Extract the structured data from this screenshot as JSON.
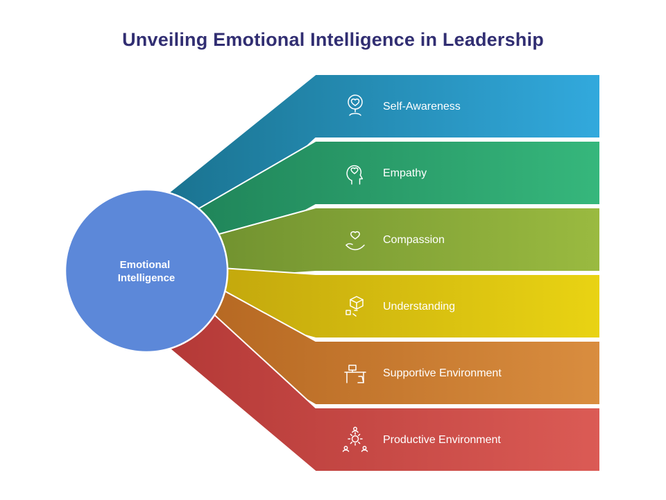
{
  "title": "Unveiling Emotional Intelligence in Leadership",
  "title_color": "#312e72",
  "divider_color": "#ffffff",
  "center_circle": {
    "label_line1": "Emotional",
    "label_line2": "Intelligence",
    "fill_color": "#5c88d9",
    "text_color": "#ffffff"
  },
  "bands": [
    {
      "label": "Self-Awareness",
      "icon": "head-heart-icon",
      "color_start": "#1a7390",
      "color_end": "#32a9dd"
    },
    {
      "label": "Empathy",
      "icon": "head-profile-heart-icon",
      "color_start": "#1e8157",
      "color_end": "#36b77c"
    },
    {
      "label": "Compassion",
      "icon": "hand-heart-icon",
      "color_start": "#6d8e2e",
      "color_end": "#9aba40"
    },
    {
      "label": "Understanding",
      "icon": "cube-blocks-icon",
      "color_start": "#bfa30c",
      "color_end": "#e9d313"
    },
    {
      "label": "Supportive Environment",
      "icon": "desk-workspace-icon",
      "color_start": "#b2641f",
      "color_end": "#d98d3f"
    },
    {
      "label": "Productive Environment",
      "icon": "team-gear-icon",
      "color_start": "#b43937",
      "color_end": "#db5b55"
    }
  ]
}
